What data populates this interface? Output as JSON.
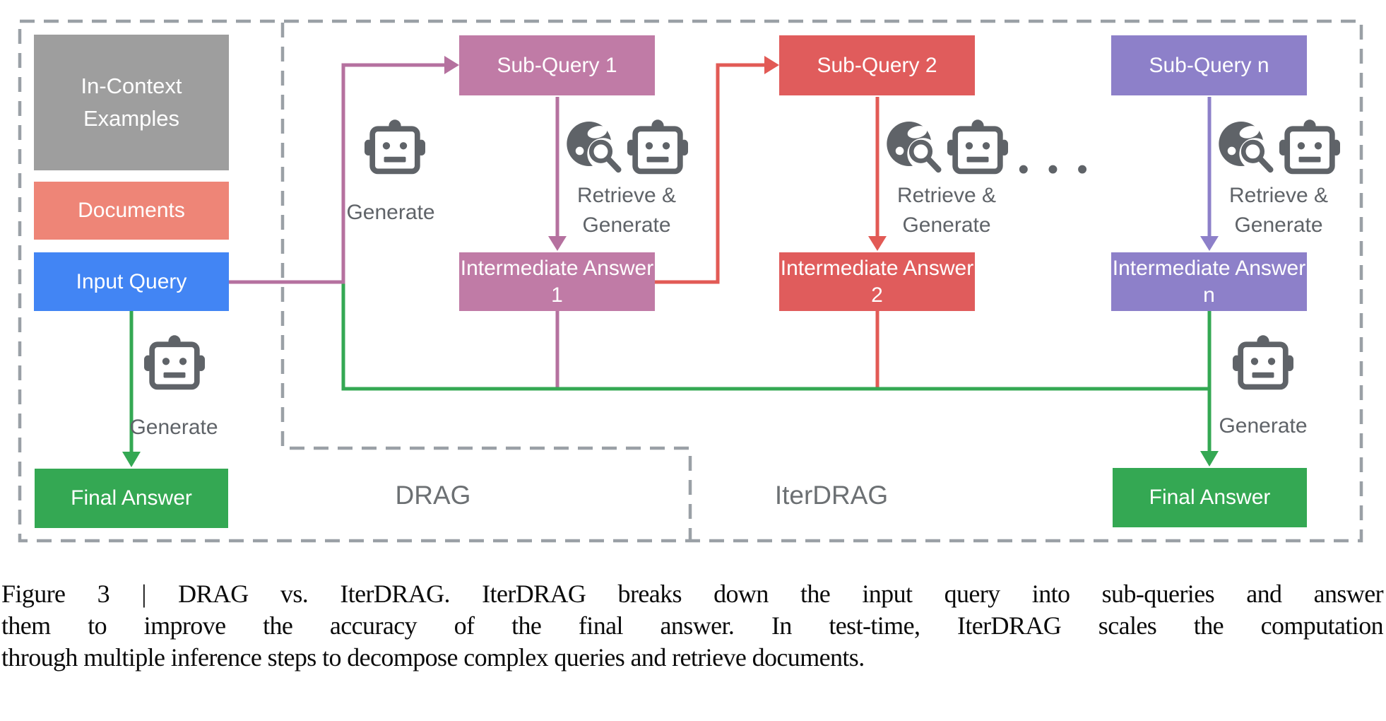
{
  "figure": {
    "boxes": {
      "in_context": "In-Context Examples",
      "documents": "Documents",
      "input_query": "Input Query",
      "final_answer_left": "Final Answer",
      "sub_query_1": "Sub-Query 1",
      "intermediate_answer_1": "Intermediate Answer 1",
      "sub_query_2": "Sub-Query 2",
      "intermediate_answer_2": "Intermediate Answer 2",
      "sub_query_n": "Sub-Query n",
      "intermediate_answer_n": "Intermediate Answer n",
      "final_answer_right": "Final Answer"
    },
    "labels": {
      "generate": "Generate",
      "retrieve_line1": "Retrieve &",
      "retrieve_line2": "Generate",
      "drag": "DRAG",
      "iterdrag": "IterDRAG",
      "ellipsis": "• • •"
    },
    "colors": {
      "gray_box": "#9e9e9e",
      "salmon_box": "#ee8577",
      "blue_box": "#4285f4",
      "green_box": "#34a853",
      "mauve_box": "#c07ba6",
      "red_box": "#e05c5c",
      "purple_box": "#8d80c9",
      "mauve_line": "#b5719f",
      "red_line": "#e25a55",
      "purple_line": "#8d80c9",
      "green_line": "#34a853",
      "dash_gray": "#9aa0a6",
      "icon_gray": "#5f6368"
    },
    "caption": {
      "line1": "Figure 3 | DRAG vs. IterDRAG. IterDRAG breaks down the input query into sub-queries and answer",
      "line2": "them to improve the accuracy of the final answer. In test-time, IterDRAG scales the computation",
      "line3": "through multiple inference steps to decompose complex queries and retrieve documents."
    }
  }
}
